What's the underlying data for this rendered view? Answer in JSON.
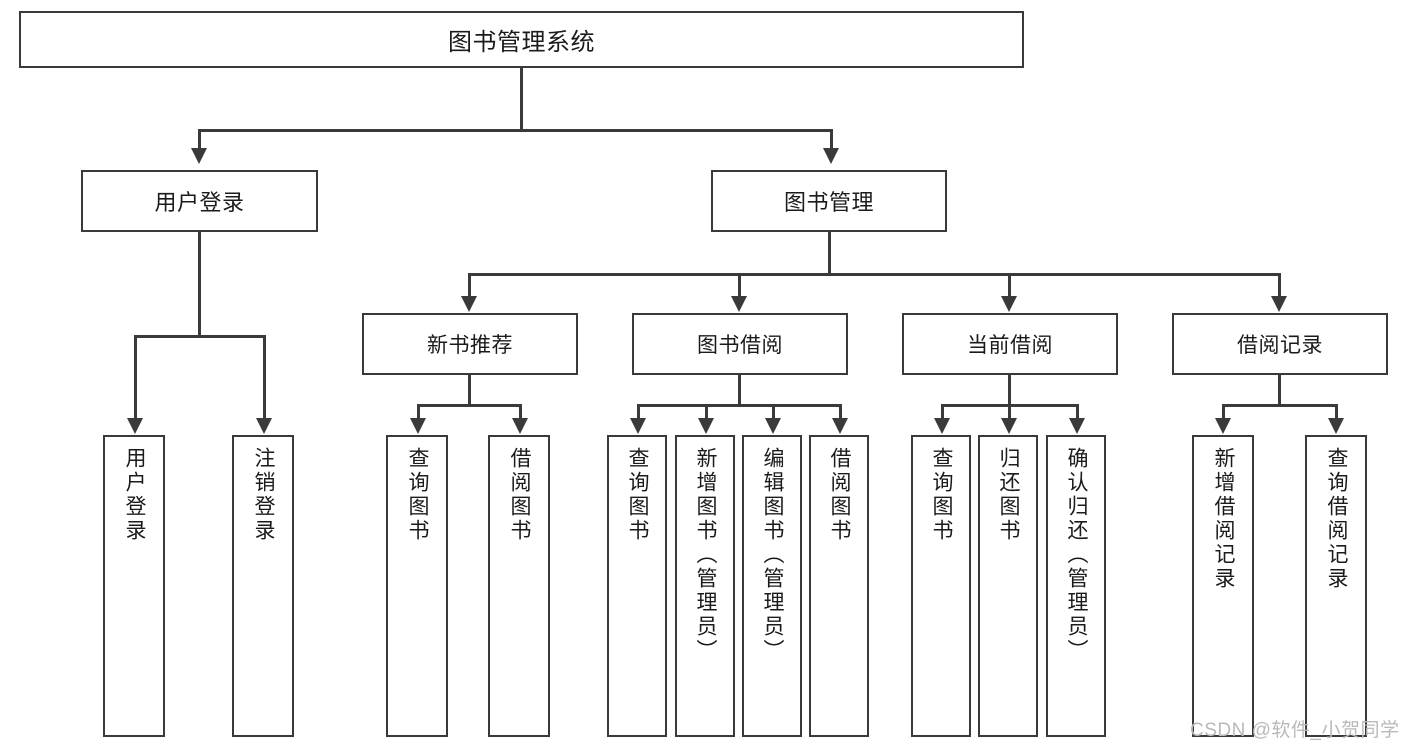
{
  "diagram": {
    "type": "hierarchy-tree",
    "root": {
      "label": "图书管理系统"
    },
    "level2": [
      {
        "label": "用户登录"
      },
      {
        "label": "图书管理"
      }
    ],
    "level3": [
      {
        "label": "新书推荐"
      },
      {
        "label": "图书借阅"
      },
      {
        "label": "当前借阅"
      },
      {
        "label": "借阅记录"
      }
    ],
    "leaves": {
      "user_login": [
        {
          "label": "用户登录"
        },
        {
          "label": "注销登录"
        }
      ],
      "new_book_recommend": [
        {
          "label": "查询图书"
        },
        {
          "label": "借阅图书"
        }
      ],
      "book_borrow": [
        {
          "label": "查询图书"
        },
        {
          "label": "新增图书（管理员）"
        },
        {
          "label": "编辑图书（管理员）"
        },
        {
          "label": "借阅图书"
        }
      ],
      "current_borrow": [
        {
          "label": "查询图书"
        },
        {
          "label": "归还图书"
        },
        {
          "label": "确认归还（管理员）"
        }
      ],
      "borrow_record": [
        {
          "label": "新增借阅记录"
        },
        {
          "label": "查询借阅记录"
        }
      ]
    }
  },
  "watermark": {
    "text": "CSDN @软件_小贺同学"
  },
  "colors": {
    "stroke": "#3a3a3a",
    "background": "#ffffff",
    "text": "#1b1b1b",
    "watermark": "#b9b9b9"
  }
}
